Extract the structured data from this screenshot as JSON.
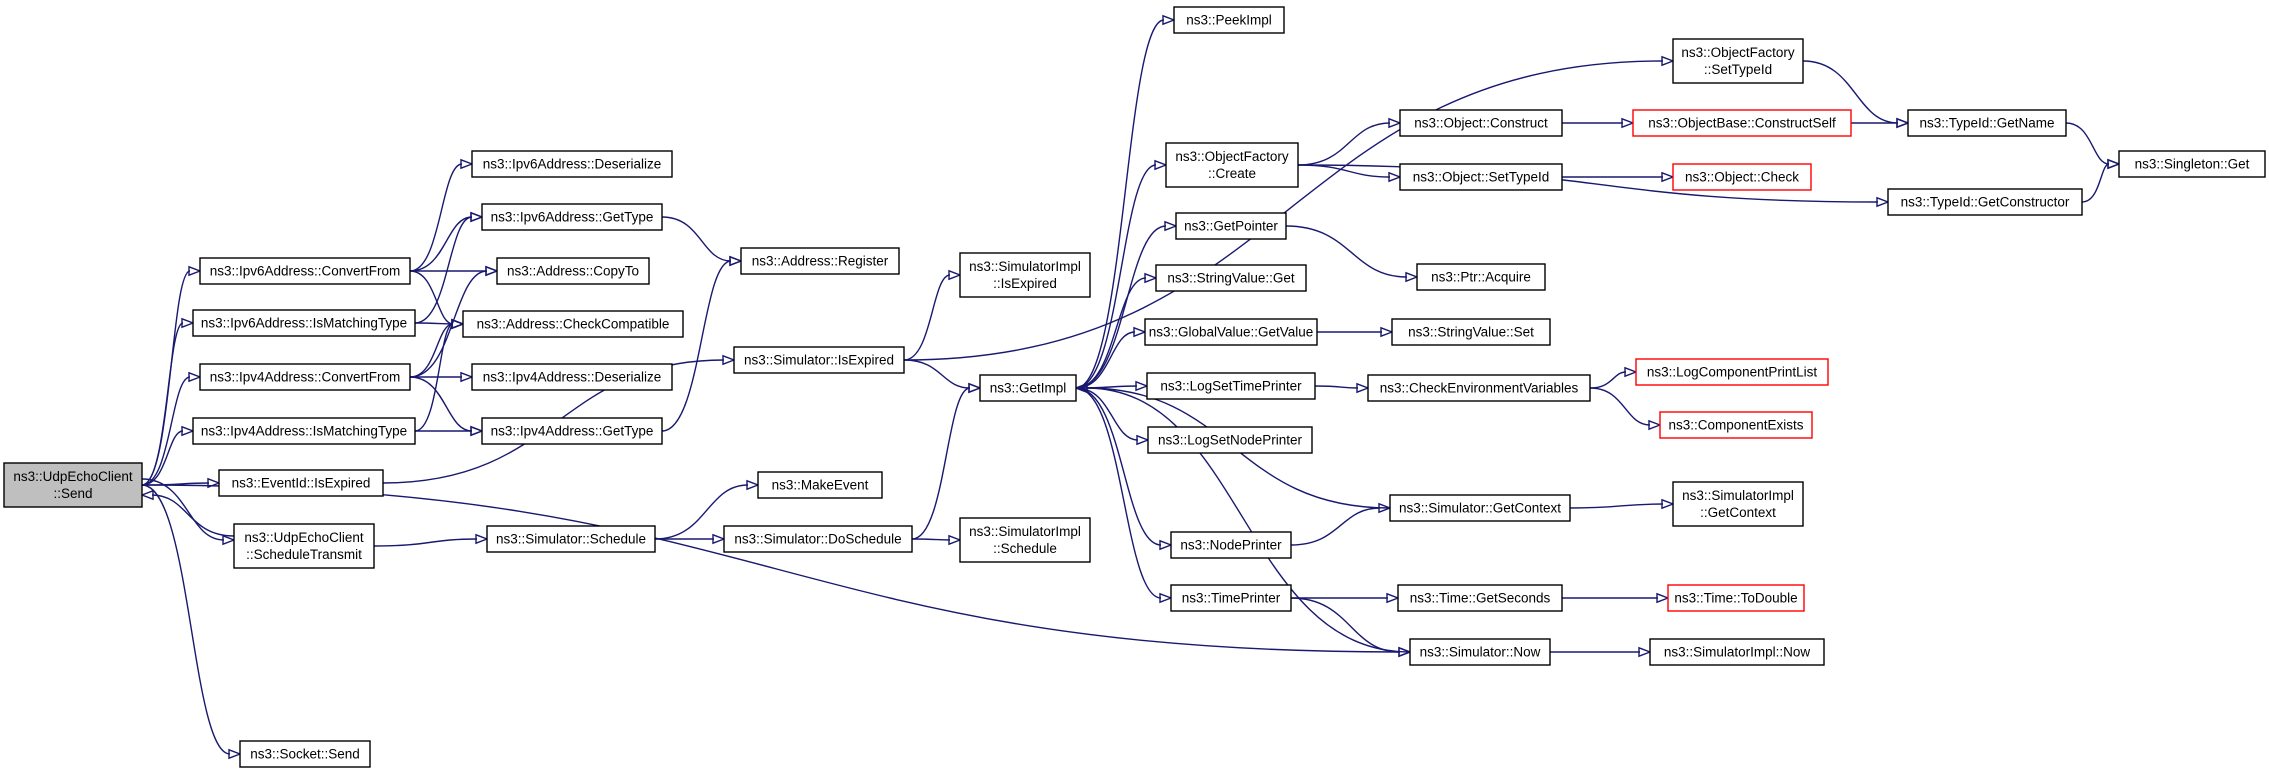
{
  "nodes": {
    "send": [
      "ns3::UdpEchoClient",
      "::Send"
    ],
    "schedtx": [
      "ns3::UdpEchoClient",
      "::ScheduleTransmit"
    ],
    "ipv6cf": [
      "ns3::Ipv6Address::ConvertFrom"
    ],
    "ipv6imt": [
      "ns3::Ipv6Address::IsMatchingType"
    ],
    "ipv4cf": [
      "ns3::Ipv4Address::ConvertFrom"
    ],
    "ipv4imt": [
      "ns3::Ipv4Address::IsMatchingType"
    ],
    "evexp": [
      "ns3::EventId::IsExpired"
    ],
    "socksend": [
      "ns3::Socket::Send"
    ],
    "ipv6deser": [
      "ns3::Ipv6Address::Deserialize"
    ],
    "ipv6gt": [
      "ns3::Ipv6Address::GetType"
    ],
    "copyto": [
      "ns3::Address::CopyTo"
    ],
    "checkcompat": [
      "ns3::Address::CheckCompatible"
    ],
    "ipv4deser": [
      "ns3::Ipv4Address::Deserialize"
    ],
    "ipv4gt": [
      "ns3::Ipv4Address::GetType"
    ],
    "addrreg": [
      "ns3::Address::Register"
    ],
    "simsched": [
      "ns3::Simulator::Schedule"
    ],
    "simisexp": [
      "ns3::Simulator::IsExpired"
    ],
    "makeevent": [
      "ns3::MakeEvent"
    ],
    "simdosched": [
      "ns3::Simulator::DoSchedule"
    ],
    "simimplisexp": [
      "ns3::SimulatorImpl",
      "::IsExpired"
    ],
    "simimplsched": [
      "ns3::SimulatorImpl",
      "::Schedule"
    ],
    "getimpl": [
      "ns3::GetImpl"
    ],
    "peekimpl": [
      "ns3::PeekImpl"
    ],
    "ofcreate": [
      "ns3::ObjectFactory",
      "::Create"
    ],
    "getpointer": [
      "ns3::GetPointer"
    ],
    "svget": [
      "ns3::StringValue::Get"
    ],
    "gvgetvalue": [
      "ns3::GlobalValue::GetValue"
    ],
    "logsettime": [
      "ns3::LogSetTimePrinter"
    ],
    "logsetnode": [
      "ns3::LogSetNodePrinter"
    ],
    "nodeprinter": [
      "ns3::NodePrinter"
    ],
    "timeprinter": [
      "ns3::TimePrinter"
    ],
    "ofsettypeid": [
      "ns3::ObjectFactory",
      "::SetTypeId"
    ],
    "objconstruct": [
      "ns3::Object::Construct"
    ],
    "objsettypeid": [
      "ns3::Object::SetTypeId"
    ],
    "ptracquire": [
      "ns3::Ptr::Acquire"
    ],
    "svset": [
      "ns3::StringValue::Set"
    ],
    "checkenv": [
      "ns3::CheckEnvironmentVariables"
    ],
    "simgetctx": [
      "ns3::Simulator::GetContext"
    ],
    "timegetsec": [
      "ns3::Time::GetSeconds"
    ],
    "simnow": [
      "ns3::Simulator::Now"
    ],
    "objbaseconstructself": [
      "ns3::ObjectBase::ConstructSelf"
    ],
    "objcheck": [
      "ns3::Object::Check"
    ],
    "logcompprint": [
      "ns3::LogComponentPrintList"
    ],
    "compexists": [
      "ns3::ComponentExists"
    ],
    "simimplgetctx": [
      "ns3::SimulatorImpl",
      "::GetContext"
    ],
    "timetodouble": [
      "ns3::Time::ToDouble"
    ],
    "simimplnow": [
      "ns3::SimulatorImpl::Now"
    ],
    "typeidgetname": [
      "ns3::TypeId::GetName"
    ],
    "typeidgetctor": [
      "ns3::TypeId::GetConstructor"
    ],
    "singletonget": [
      "ns3::Singleton::Get"
    ]
  },
  "node_styles": {
    "root": [
      "send"
    ],
    "truncated": [
      "objbaseconstructself",
      "objcheck",
      "logcompprint",
      "compexists",
      "timetodouble"
    ]
  },
  "edges": [
    [
      "send",
      "ipv6cf"
    ],
    [
      "send",
      "ipv6imt"
    ],
    [
      "send",
      "ipv4cf"
    ],
    [
      "send",
      "ipv4imt"
    ],
    [
      "send",
      "evexp"
    ],
    [
      "send",
      "schedtx"
    ],
    [
      "schedtx",
      "send"
    ],
    [
      "send",
      "simnow"
    ],
    [
      "send",
      "socksend"
    ],
    [
      "ipv6cf",
      "ipv6deser"
    ],
    [
      "ipv6cf",
      "ipv6gt"
    ],
    [
      "ipv6cf",
      "copyto"
    ],
    [
      "ipv6cf",
      "checkcompat"
    ],
    [
      "ipv6imt",
      "ipv6gt"
    ],
    [
      "ipv6imt",
      "checkcompat"
    ],
    [
      "ipv4cf",
      "ipv4deser"
    ],
    [
      "ipv4cf",
      "ipv4gt"
    ],
    [
      "ipv4cf",
      "copyto"
    ],
    [
      "ipv4cf",
      "checkcompat"
    ],
    [
      "ipv4imt",
      "ipv4gt"
    ],
    [
      "ipv4imt",
      "checkcompat"
    ],
    [
      "ipv6gt",
      "addrreg"
    ],
    [
      "ipv4gt",
      "addrreg"
    ],
    [
      "evexp",
      "simisexp"
    ],
    [
      "schedtx",
      "simsched"
    ],
    [
      "simsched",
      "makeevent"
    ],
    [
      "simsched",
      "simdosched"
    ],
    [
      "simisexp",
      "simimplisexp"
    ],
    [
      "simisexp",
      "getimpl"
    ],
    [
      "simisexp",
      "ofsettypeid"
    ],
    [
      "simdosched",
      "getimpl"
    ],
    [
      "simdosched",
      "simimplsched"
    ],
    [
      "getimpl",
      "peekimpl"
    ],
    [
      "getimpl",
      "ofcreate"
    ],
    [
      "getimpl",
      "getpointer"
    ],
    [
      "getimpl",
      "svget"
    ],
    [
      "getimpl",
      "gvgetvalue"
    ],
    [
      "getimpl",
      "logsettime"
    ],
    [
      "getimpl",
      "logsetnode"
    ],
    [
      "getimpl",
      "nodeprinter"
    ],
    [
      "getimpl",
      "timeprinter"
    ],
    [
      "ofcreate",
      "objconstruct"
    ],
    [
      "ofcreate",
      "objsettypeid"
    ],
    [
      "ofcreate",
      "typeidgetctor"
    ],
    [
      "getpointer",
      "ptracquire"
    ],
    [
      "gvgetvalue",
      "svset"
    ],
    [
      "logsettime",
      "checkenv"
    ],
    [
      "nodeprinter",
      "simgetctx"
    ],
    [
      "simgetctx",
      "getimpl"
    ],
    [
      "simgetctx",
      "simimplgetctx"
    ],
    [
      "timeprinter",
      "timegetsec"
    ],
    [
      "timeprinter",
      "simnow"
    ],
    [
      "timegetsec",
      "timetodouble"
    ],
    [
      "simnow",
      "getimpl"
    ],
    [
      "simnow",
      "simimplnow"
    ],
    [
      "objconstruct",
      "objbaseconstructself"
    ],
    [
      "objbaseconstructself",
      "typeidgetname"
    ],
    [
      "objsettypeid",
      "objcheck"
    ],
    [
      "ofsettypeid",
      "typeidgetname"
    ],
    [
      "checkenv",
      "logcompprint"
    ],
    [
      "checkenv",
      "compexists"
    ],
    [
      "typeidgetname",
      "singletonget"
    ],
    [
      "typeidgetctor",
      "singletonget"
    ]
  ]
}
